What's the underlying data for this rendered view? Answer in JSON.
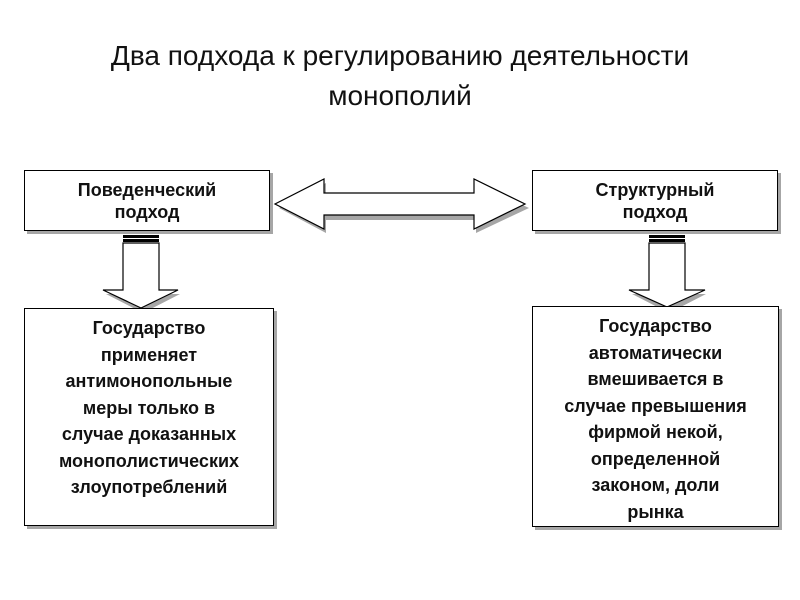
{
  "title": {
    "line1": "Два подхода к регулированию деятельности",
    "line2": "монополий"
  },
  "approaches": {
    "behavioral": {
      "label_line1": "Поведенческий",
      "label_line2": "подход",
      "description": [
        "Государство",
        "применяет",
        "антимонопольные",
        "меры только в",
        "случае доказанных",
        "монополистических",
        "злоупотреблений"
      ]
    },
    "structural": {
      "label_line1": "Структурный",
      "label_line2": "подход",
      "description": [
        "Государство",
        "автоматически",
        "вмешивается в",
        "случае превышения",
        "фирмой некой,",
        "определенной",
        "законом, доли",
        "рынка"
      ]
    }
  },
  "colors": {
    "stroke": "#000000",
    "shadow": "#a6a6a6",
    "fill": "#ffffff"
  }
}
